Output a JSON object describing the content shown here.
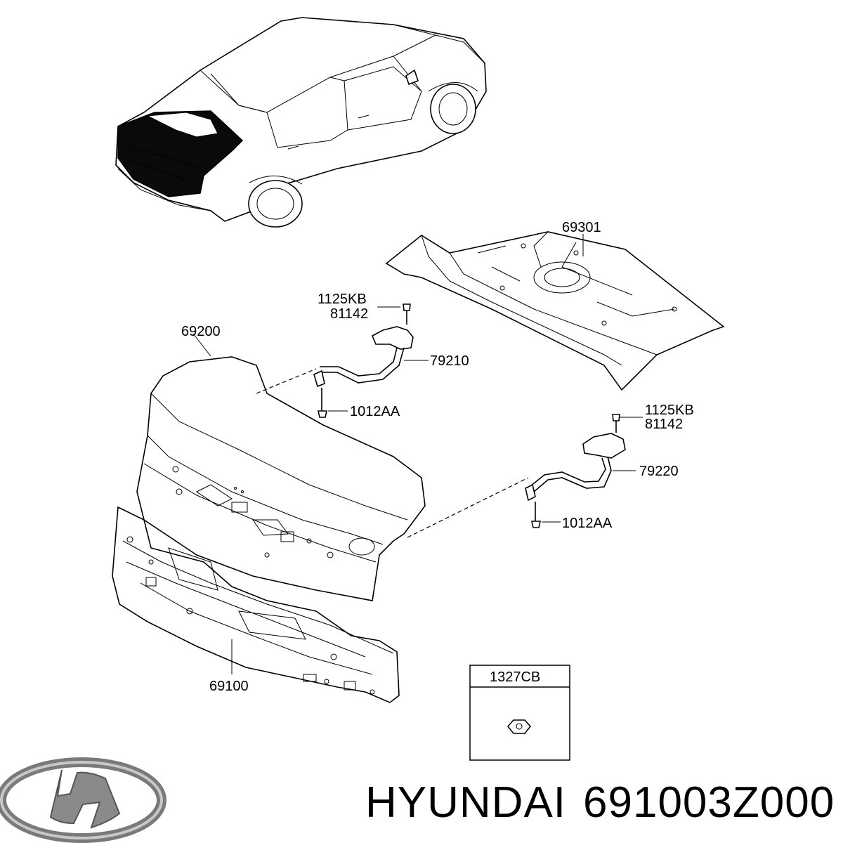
{
  "labels": {
    "deck_panel": "69301",
    "hinge_bolt_left_a": "1125KB",
    "hinge_bolt_left_b": "81142",
    "trunk_lid": "69200",
    "hinge_left": "79210",
    "bolt_left": "1012AA",
    "hinge_bolt_right_a": "1125KB",
    "hinge_bolt_right_b": "81142",
    "hinge_right": "79220",
    "bolt_right": "1012AA",
    "back_panel": "69100",
    "nut_box": "1327CB"
  },
  "footer": {
    "brand": "HYUNDAI",
    "part_number": "691003Z000",
    "logo_icon": "hyundai-logo"
  }
}
